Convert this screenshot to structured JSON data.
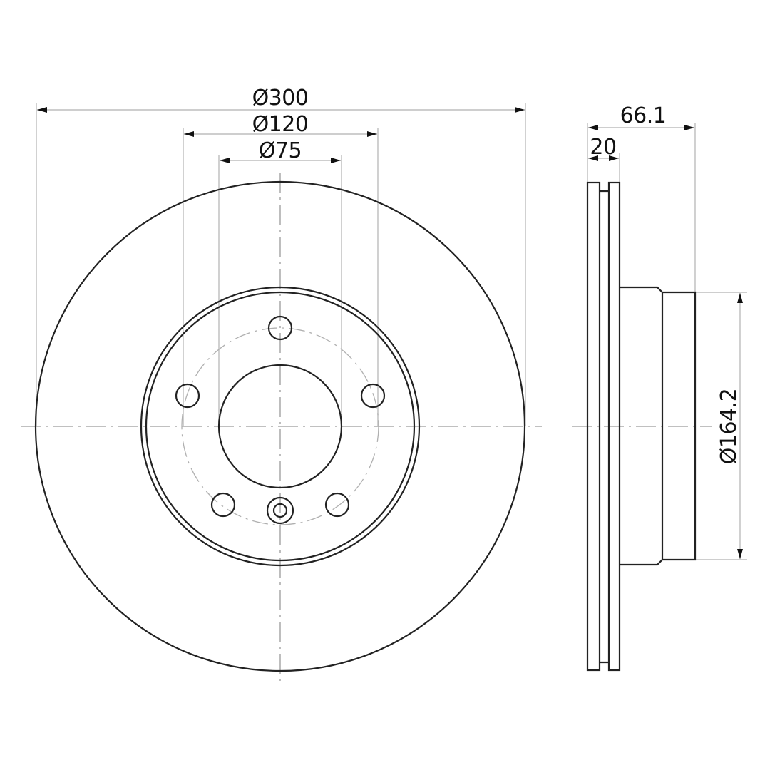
{
  "drawing": {
    "type": "brake disc technical drawing",
    "views": [
      "front-view",
      "side-view"
    ],
    "line_color": "#222222",
    "dimension_line_color": "#bdbdbd",
    "center_line_color": "#9a9a9a"
  },
  "front_view": {
    "dimensions": {
      "outer_diameter": {
        "label": "Ø300",
        "value": 300
      },
      "hub_diameter": {
        "label": "Ø120",
        "value": 120
      },
      "bore_diameter": {
        "label": "Ø75",
        "value": 75
      }
    },
    "bolt_holes": 5,
    "locating_hole": 1
  },
  "side_view": {
    "dimensions": {
      "total_height": {
        "label": "66.1",
        "value": 66.1
      },
      "disc_thickness": {
        "label": "20",
        "value": 20
      },
      "hat_diameter": {
        "label": "Ø164.2",
        "value": 164.2
      }
    }
  }
}
